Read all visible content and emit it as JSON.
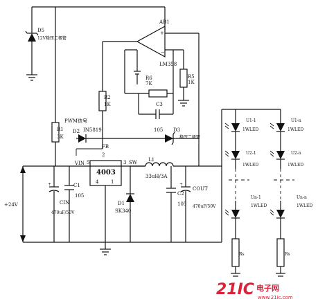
{
  "diagram": {
    "labels": {
      "d5": "D5",
      "d5_desc": "12V稳压二极管",
      "ab1": "AB1",
      "lm358": "LM358",
      "r6": "R6",
      "r6_val": "7K",
      "r5": "R5",
      "r5_val": "1K",
      "r2": "R2",
      "r2_val": "1K",
      "c3": "C3",
      "c3_val": "105",
      "pwm": "PWM信号",
      "d2": "D2",
      "in5819": "IN5819",
      "d3": "D3",
      "d3_desc": "稳压二极管",
      "r1": "R1",
      "r1_val": "3K",
      "fb": "FB",
      "pin2": "2",
      "vin": "VIN",
      "pin5": "5",
      "chip": "4003",
      "pin3": "3",
      "sw": "SW",
      "l1": "L1",
      "l1_val": "33uH/3A",
      "pin4": "4",
      "pin1": "1",
      "c1": "C1",
      "c1_val": "105",
      "cin": "CIN",
      "cin_val": "470uF/50V",
      "plus24": "+24V",
      "d1": "D1",
      "d1_val": "SK340",
      "c2": "C2",
      "c2_val": "105",
      "cout": "COUT",
      "cout_val": "470uF/50V",
      "u1_1": "U1-1",
      "u1_1_val": "1WLED",
      "u1_n": "U1-n",
      "u1_n_val": "1WLED",
      "u2_1": "U2-1",
      "u2_1_val": "1WLED",
      "u2_n": "U2-n",
      "u2_n_val": "1WLED",
      "un_1": "Un-1",
      "un_1_val": "1WLED",
      "un_n": "Un-n",
      "un_n_val": "1WLED",
      "rs1": "Rs",
      "rs2": "Rs"
    },
    "watermark": {
      "number": "21IC",
      "cn": "电子网",
      "url": "www.21ic.com"
    }
  }
}
